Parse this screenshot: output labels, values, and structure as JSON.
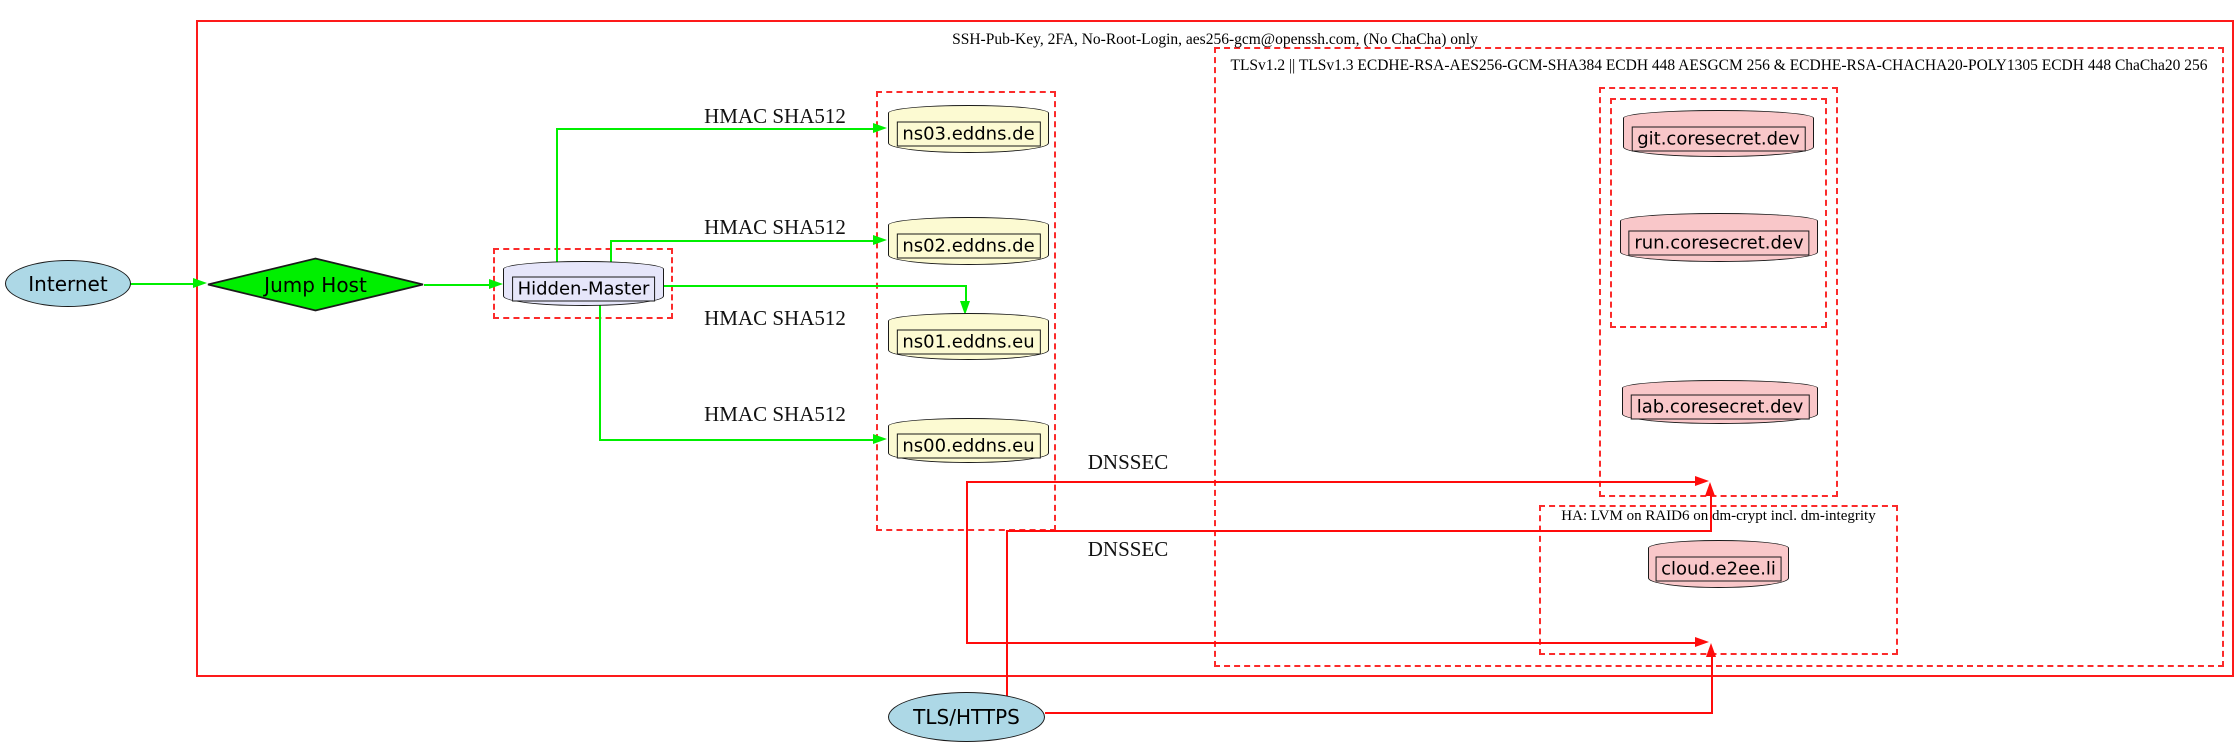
{
  "clusters": {
    "ssh": {
      "label": "SSH-Pub-Key, 2FA, No-Root-Login, aes256-gcm@openssh.com, (No ChaCha) only"
    },
    "tls": {
      "label": "TLSv1.2 || TLSv1.3 ECDHE-RSA-AES256-GCM-SHA384 ECDH 448 AESGCM 256 & ECDHE-RSA-CHACHA20-POLY1305 ECDH 448 ChaCha20 256"
    },
    "ha": {
      "label": "HA: LVM on RAID6 on dm-crypt incl. dm-integrity"
    }
  },
  "nodes": {
    "internet": {
      "label": "Internet",
      "shape": "ellipse",
      "fill": "#add8e6"
    },
    "jump_host": {
      "label": "Jump Host",
      "shape": "diamond",
      "fill": "#00ef00"
    },
    "hidden_master": {
      "label": "Hidden-Master",
      "shape": "cylinder",
      "fill": "#e6e6fa"
    },
    "ns03": {
      "label": "ns03.eddns.de",
      "shape": "cylinder",
      "fill": "#fcfad2"
    },
    "ns02": {
      "label": "ns02.eddns.de",
      "shape": "cylinder",
      "fill": "#fcfad2"
    },
    "ns01": {
      "label": "ns01.eddns.eu",
      "shape": "cylinder",
      "fill": "#fcfad2"
    },
    "ns00": {
      "label": "ns00.eddns.eu",
      "shape": "cylinder",
      "fill": "#fcfad2"
    },
    "git": {
      "label": "git.coresecret.dev",
      "shape": "cylinder",
      "fill": "#f9c7c9"
    },
    "run": {
      "label": "run.coresecret.dev",
      "shape": "cylinder",
      "fill": "#f9c7c9"
    },
    "lab": {
      "label": "lab.coresecret.dev",
      "shape": "cylinder",
      "fill": "#f9c7c9"
    },
    "cloud": {
      "label": "cloud.e2ee.li",
      "shape": "cylinder",
      "fill": "#f9c7c9"
    },
    "tls_https": {
      "label": "TLS/HTTPS",
      "shape": "ellipse",
      "fill": "#add8e6"
    }
  },
  "edge_labels": {
    "hmac_sha512": "HMAC SHA512",
    "dnssec": "DNSSEC"
  },
  "colors": {
    "ssh_edge_green": "#00ef00",
    "dns_edge_red": "#ff0c0c",
    "cluster_border_red": "#fb2b2b",
    "nameserver_fill": "#fcfad2",
    "secret_fill": "#f9c7c9",
    "endpoint_fill": "#add8e6",
    "master_fill": "#e6e6fa"
  }
}
